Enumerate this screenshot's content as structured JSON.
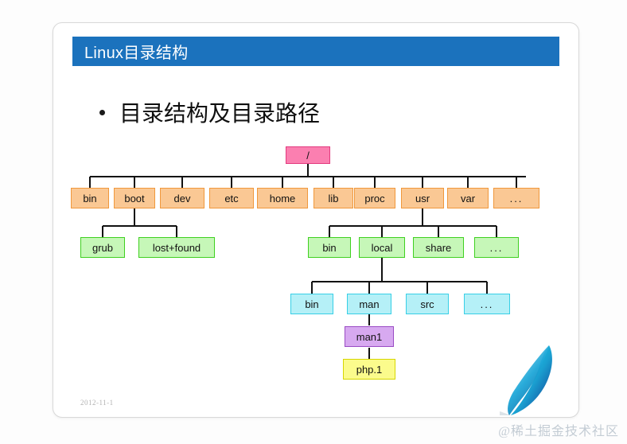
{
  "slide": {
    "title": "Linux目录结构",
    "bullet": "目录结构及目录路径",
    "date": "2012-11-1",
    "watermark": "@稀土掘金技术社区",
    "colors": {
      "title_bar": "#1b72bd",
      "root_fill": "#fb7fb0",
      "root_border": "#e33a7e",
      "level1_fill": "#fac894",
      "level1_border": "#f0983c",
      "level2_fill": "#c6f7b8",
      "level2_border": "#3fd020",
      "level3_fill": "#b5f0f7",
      "level3_border": "#37cfe6",
      "level4_fill": "#d7a9f0",
      "level4_border": "#9a4cc4",
      "level5_fill": "#fbfb8c",
      "level5_border": "#d6d600",
      "connector": "#111111",
      "card_bg": "#ffffff"
    }
  },
  "chart_data": {
    "type": "diagram",
    "diagram_kind": "tree",
    "title": "Linux目录结构",
    "root": "/",
    "nodes": [
      {
        "id": "root",
        "label": "/",
        "level": 0,
        "parent": null
      },
      {
        "id": "bin",
        "label": "bin",
        "level": 1,
        "parent": "root"
      },
      {
        "id": "boot",
        "label": "boot",
        "level": 1,
        "parent": "root"
      },
      {
        "id": "dev",
        "label": "dev",
        "level": 1,
        "parent": "root"
      },
      {
        "id": "etc",
        "label": "etc",
        "level": 1,
        "parent": "root"
      },
      {
        "id": "home",
        "label": "home",
        "level": 1,
        "parent": "root"
      },
      {
        "id": "lib",
        "label": "lib",
        "level": 1,
        "parent": "root"
      },
      {
        "id": "proc",
        "label": "proc",
        "level": 1,
        "parent": "root"
      },
      {
        "id": "usr",
        "label": "usr",
        "level": 1,
        "parent": "root"
      },
      {
        "id": "var",
        "label": "var",
        "level": 1,
        "parent": "root"
      },
      {
        "id": "rootmore",
        "label": "...",
        "level": 1,
        "parent": "root"
      },
      {
        "id": "grub",
        "label": "grub",
        "level": 2,
        "parent": "boot"
      },
      {
        "id": "lostfound",
        "label": "lost+found",
        "level": 2,
        "parent": "boot"
      },
      {
        "id": "usrbin",
        "label": "bin",
        "level": 2,
        "parent": "usr"
      },
      {
        "id": "usrlocal",
        "label": "local",
        "level": 2,
        "parent": "usr"
      },
      {
        "id": "usrshare",
        "label": "share",
        "level": 2,
        "parent": "usr"
      },
      {
        "id": "usrmore",
        "label": "...",
        "level": 2,
        "parent": "usr"
      },
      {
        "id": "localbin",
        "label": "bin",
        "level": 3,
        "parent": "usrlocal"
      },
      {
        "id": "localman",
        "label": "man",
        "level": 3,
        "parent": "usrlocal"
      },
      {
        "id": "localsrc",
        "label": "src",
        "level": 3,
        "parent": "usrlocal"
      },
      {
        "id": "localmore",
        "label": "...",
        "level": 3,
        "parent": "usrlocal"
      },
      {
        "id": "man1",
        "label": "man1",
        "level": 4,
        "parent": "localman"
      },
      {
        "id": "php1",
        "label": "php.1",
        "level": 5,
        "parent": "man1"
      }
    ],
    "edges": [
      [
        "root",
        "bin"
      ],
      [
        "root",
        "boot"
      ],
      [
        "root",
        "dev"
      ],
      [
        "root",
        "etc"
      ],
      [
        "root",
        "home"
      ],
      [
        "root",
        "lib"
      ],
      [
        "root",
        "proc"
      ],
      [
        "root",
        "usr"
      ],
      [
        "root",
        "var"
      ],
      [
        "root",
        "rootmore"
      ],
      [
        "boot",
        "grub"
      ],
      [
        "boot",
        "lostfound"
      ],
      [
        "usr",
        "usrbin"
      ],
      [
        "usr",
        "usrlocal"
      ],
      [
        "usr",
        "usrshare"
      ],
      [
        "usr",
        "usrmore"
      ],
      [
        "usrlocal",
        "localbin"
      ],
      [
        "usrlocal",
        "localman"
      ],
      [
        "usrlocal",
        "localsrc"
      ],
      [
        "usrlocal",
        "localmore"
      ],
      [
        "localman",
        "man1"
      ],
      [
        "man1",
        "php1"
      ]
    ]
  }
}
